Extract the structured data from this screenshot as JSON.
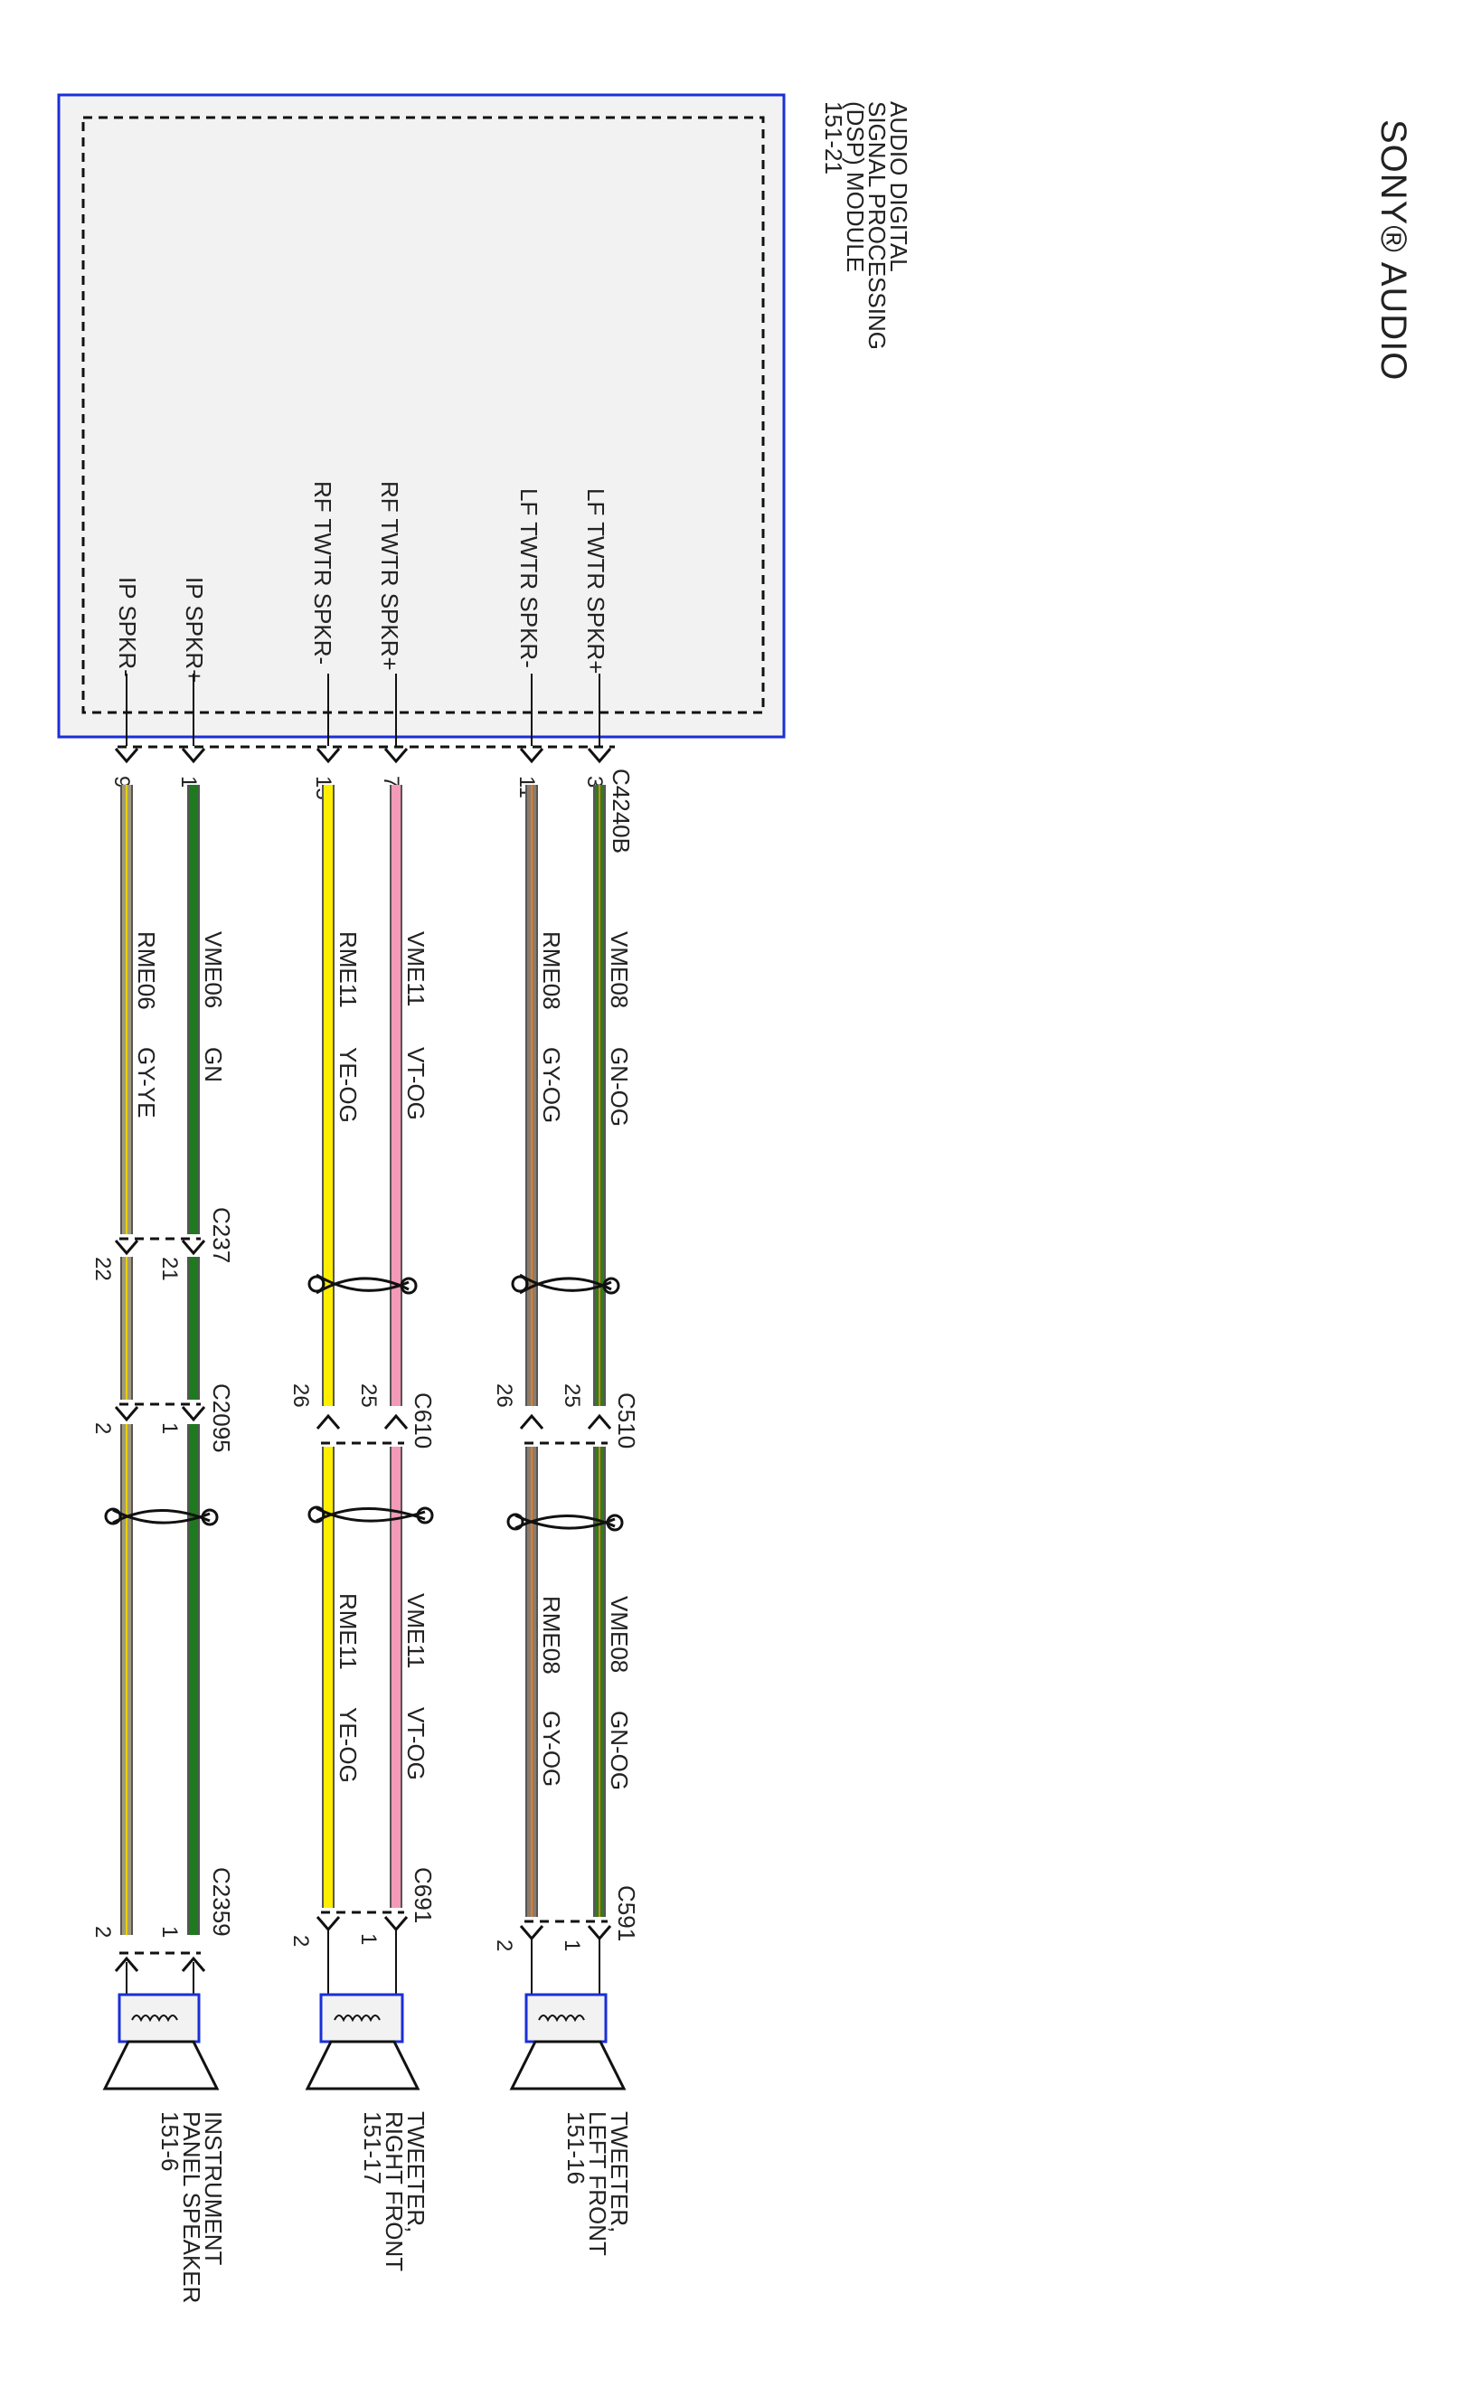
{
  "title": "SONY® AUDIO",
  "module": {
    "name_lines": [
      "AUDIO DIGITAL",
      "SIGNAL PROCESSING",
      "(DSP) MODULE",
      "151-21"
    ],
    "connector": "C4240B",
    "pins": [
      {
        "label": "LF TWTR SPKR+",
        "pin": "3"
      },
      {
        "label": "LF TWTR SPKR-",
        "pin": "11"
      },
      {
        "label": "RF TWTR SPKR+",
        "pin": "7"
      },
      {
        "label": "RF TWTR SPKR-",
        "pin": "15"
      },
      {
        "label": "IP SPKR+",
        "pin": "1"
      },
      {
        "label": "IP SPKR-",
        "pin": "9"
      }
    ]
  },
  "colors": {
    "GN-OG": "#2e7d1e",
    "GY-OG": "#8a7d6e",
    "VT-OG": "#f29ab8",
    "YE-OG": "#ffee00",
    "GN": "#1f7a1f",
    "GY-YE": "#a39b7a",
    "accent_orange": "#e87a1e",
    "accent_yellow": "#e8d000",
    "module_border": "#1a2fd6",
    "speaker_box": "#1a2fd6"
  },
  "circuits": [
    {
      "circuit": "VME08",
      "color": "GN-OG",
      "alt_circuit": "VME08",
      "alt_color": "GN-OG"
    },
    {
      "circuit": "RME08",
      "color": "GY-OG",
      "alt_circuit": "RME08",
      "alt_color": "GY-OG"
    },
    {
      "circuit": "VME11",
      "color": "VT-OG",
      "alt_circuit": "VME11",
      "alt_color": "VT-OG"
    },
    {
      "circuit": "RME11",
      "color": "YE-OG",
      "alt_circuit": "RME11",
      "alt_color": "YE-OG"
    },
    {
      "circuit": "VME06",
      "color": "GN"
    },
    {
      "circuit": "RME06",
      "color": "GY-YE"
    }
  ],
  "connectors": {
    "C510": {
      "name": "C510",
      "pins": [
        "25",
        "26"
      ]
    },
    "C610": {
      "name": "C610",
      "pins": [
        "25",
        "26"
      ]
    },
    "C237": {
      "name": "C237",
      "pins": [
        "21",
        "22"
      ]
    },
    "C2095": {
      "name": "C2095",
      "pins": [
        "1",
        "2"
      ]
    },
    "C591": {
      "name": "C591",
      "pins": [
        "1",
        "2"
      ]
    },
    "C691": {
      "name": "C691",
      "pins": [
        "1",
        "2"
      ]
    },
    "C2359": {
      "name": "C2359",
      "pins": [
        "1",
        "2"
      ]
    }
  },
  "speakers": [
    {
      "lines": [
        "TWEETER,",
        "LEFT FRONT",
        "151-16"
      ]
    },
    {
      "lines": [
        "TWEETER,",
        "RIGHT FRONT",
        "151-17"
      ]
    },
    {
      "lines": [
        "INSTRUMENT",
        "PANEL SPEAKER",
        "151-6"
      ]
    }
  ]
}
